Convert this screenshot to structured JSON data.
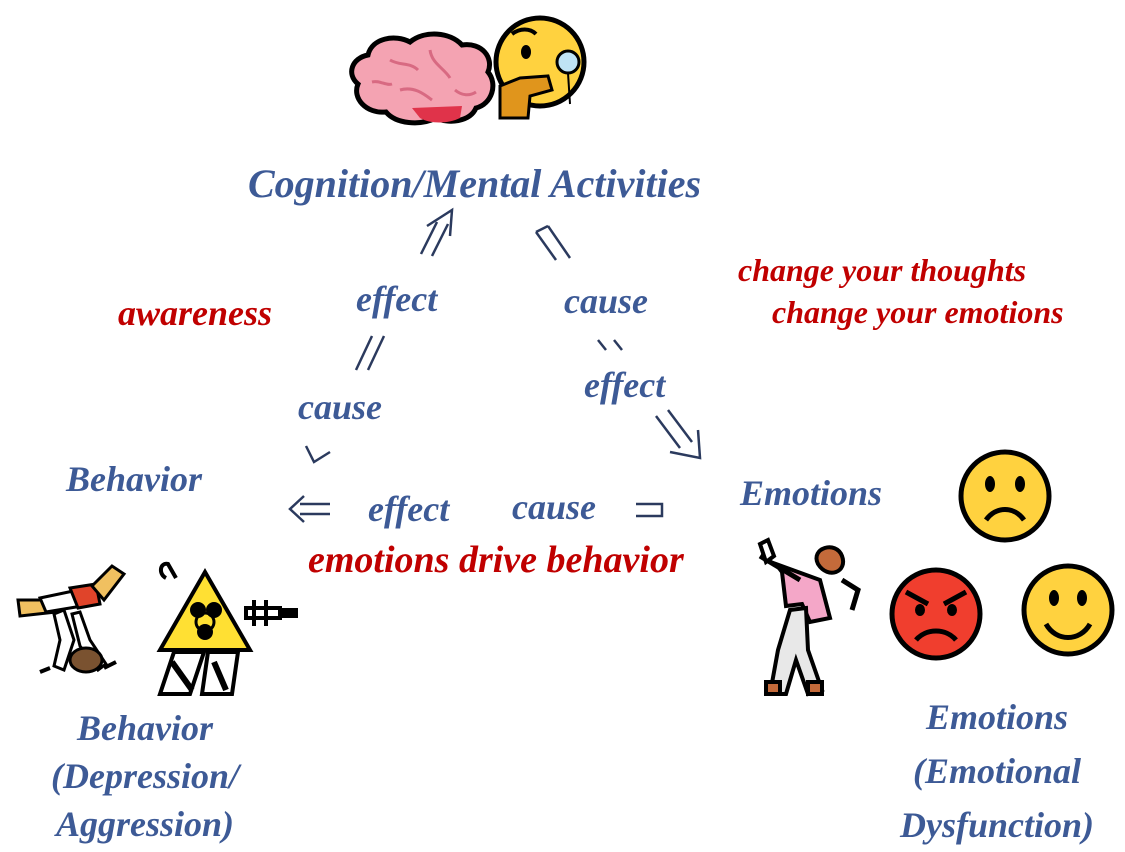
{
  "nodes": {
    "cognition": "Cognition/Mental Activities",
    "behavior": "Behavior",
    "emotions": "Emotions"
  },
  "edges": {
    "left_effect": "effect",
    "left_cause": "cause",
    "right_cause": "cause",
    "right_effect": "effect",
    "bottom_effect": "effect",
    "bottom_cause": "cause"
  },
  "annotations": {
    "awareness": "awareness",
    "change_thoughts": "change your thoughts",
    "change_emotions": "change your emotions",
    "emotions_drive": "emotions drive behavior"
  },
  "captions": {
    "behavior_lines": [
      "Behavior",
      "(Depression/",
      "Aggression)"
    ],
    "emotions_lines": [
      "Emotions",
      "(Emotional",
      "Dysfunction)"
    ]
  },
  "colors": {
    "node_text": "#3d5a96",
    "annotation_text": "#c00000",
    "arrow": "#2b3a5e"
  },
  "icons": [
    "brain-icon",
    "thinking-face-monocle-icon",
    "person-cartwheeling-icon",
    "biohazard-robot-icon",
    "person-golfing-icon",
    "frowning-face-icon",
    "angry-face-icon",
    "smiling-face-icon"
  ]
}
